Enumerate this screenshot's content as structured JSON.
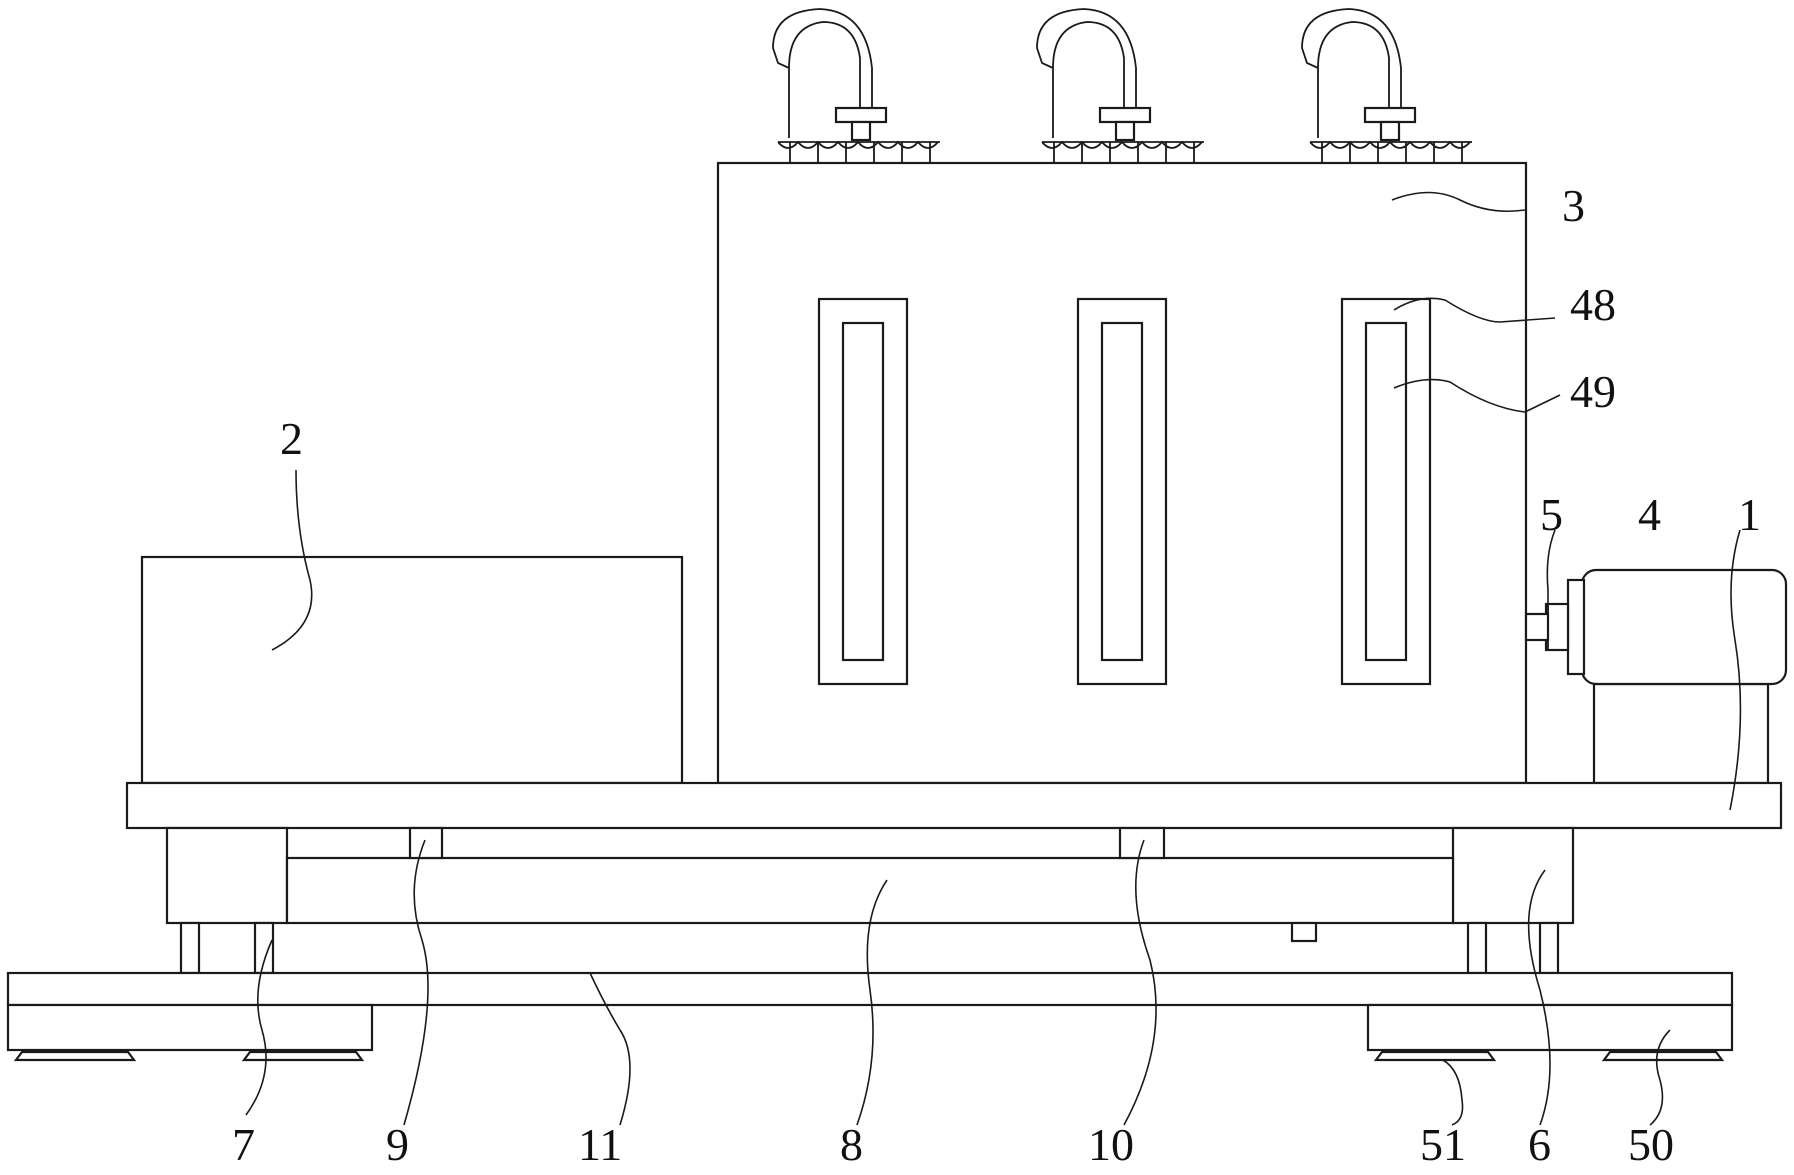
{
  "labels": {
    "l1": "1",
    "l2": "2",
    "l3": "3",
    "l4": "4",
    "l5": "5",
    "l6": "6",
    "l7": "7",
    "l8": "8",
    "l9": "9",
    "l10": "10",
    "l11": "11",
    "l48": "48",
    "l49": "49",
    "l50": "50",
    "l51": "51"
  }
}
